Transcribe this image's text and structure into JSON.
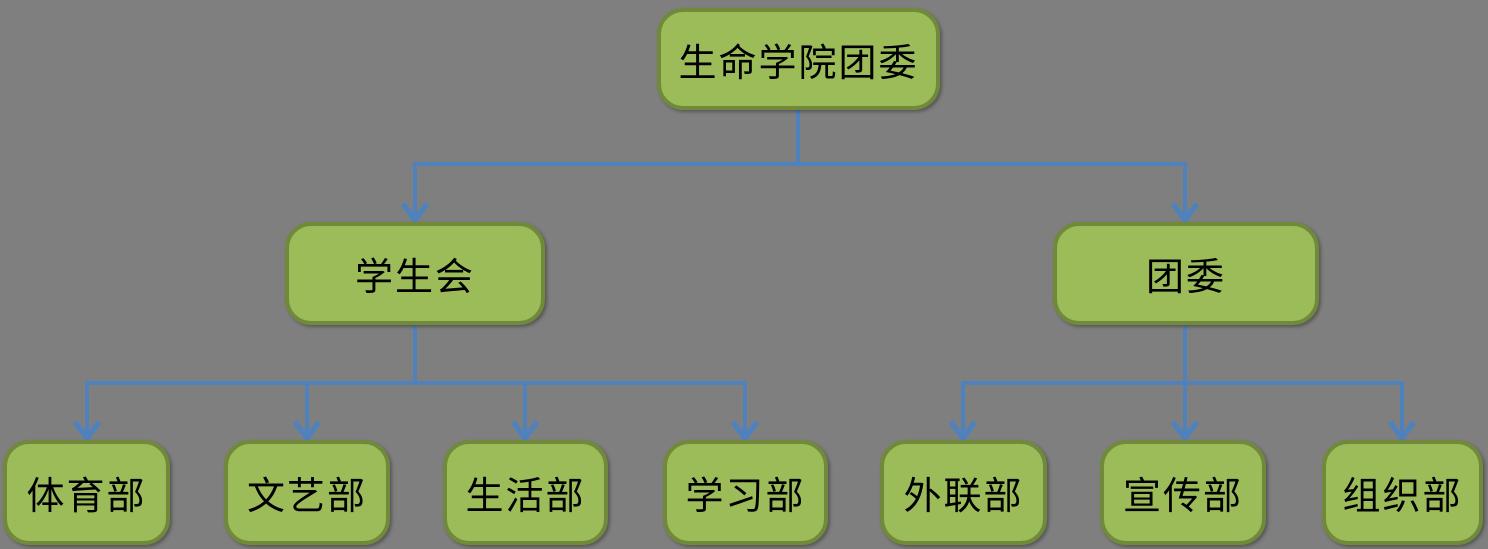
{
  "diagram": {
    "type": "org-chart",
    "colors": {
      "background": "#7f7f7f",
      "node_fill": "#9cbb59",
      "node_border": "#71893b",
      "connector": "#4f81bd",
      "text": "#000000"
    },
    "hierarchy": {
      "生命学院团委": [
        "学生会",
        "团委"
      ],
      "学生会": [
        "体育部",
        "文艺部",
        "生活部",
        "学习部"
      ],
      "团委": [
        "外联部",
        "宣传部",
        "组织部"
      ]
    }
  },
  "nodes": [
    {
      "id": "root",
      "label": "生命学院团委",
      "level": 1
    },
    {
      "id": "student-union",
      "label": "学生会",
      "level": 2
    },
    {
      "id": "league-committee",
      "label": "团委",
      "level": 2
    },
    {
      "id": "sports-dept",
      "label": "体育部",
      "level": 3
    },
    {
      "id": "arts-dept",
      "label": "文艺部",
      "level": 3
    },
    {
      "id": "life-dept",
      "label": "生活部",
      "level": 3
    },
    {
      "id": "study-dept",
      "label": "学习部",
      "level": 3
    },
    {
      "id": "outreach-dept",
      "label": "外联部",
      "level": 3
    },
    {
      "id": "publicity-dept",
      "label": "宣传部",
      "level": 3
    },
    {
      "id": "organization-dept",
      "label": "组织部",
      "level": 3
    }
  ]
}
